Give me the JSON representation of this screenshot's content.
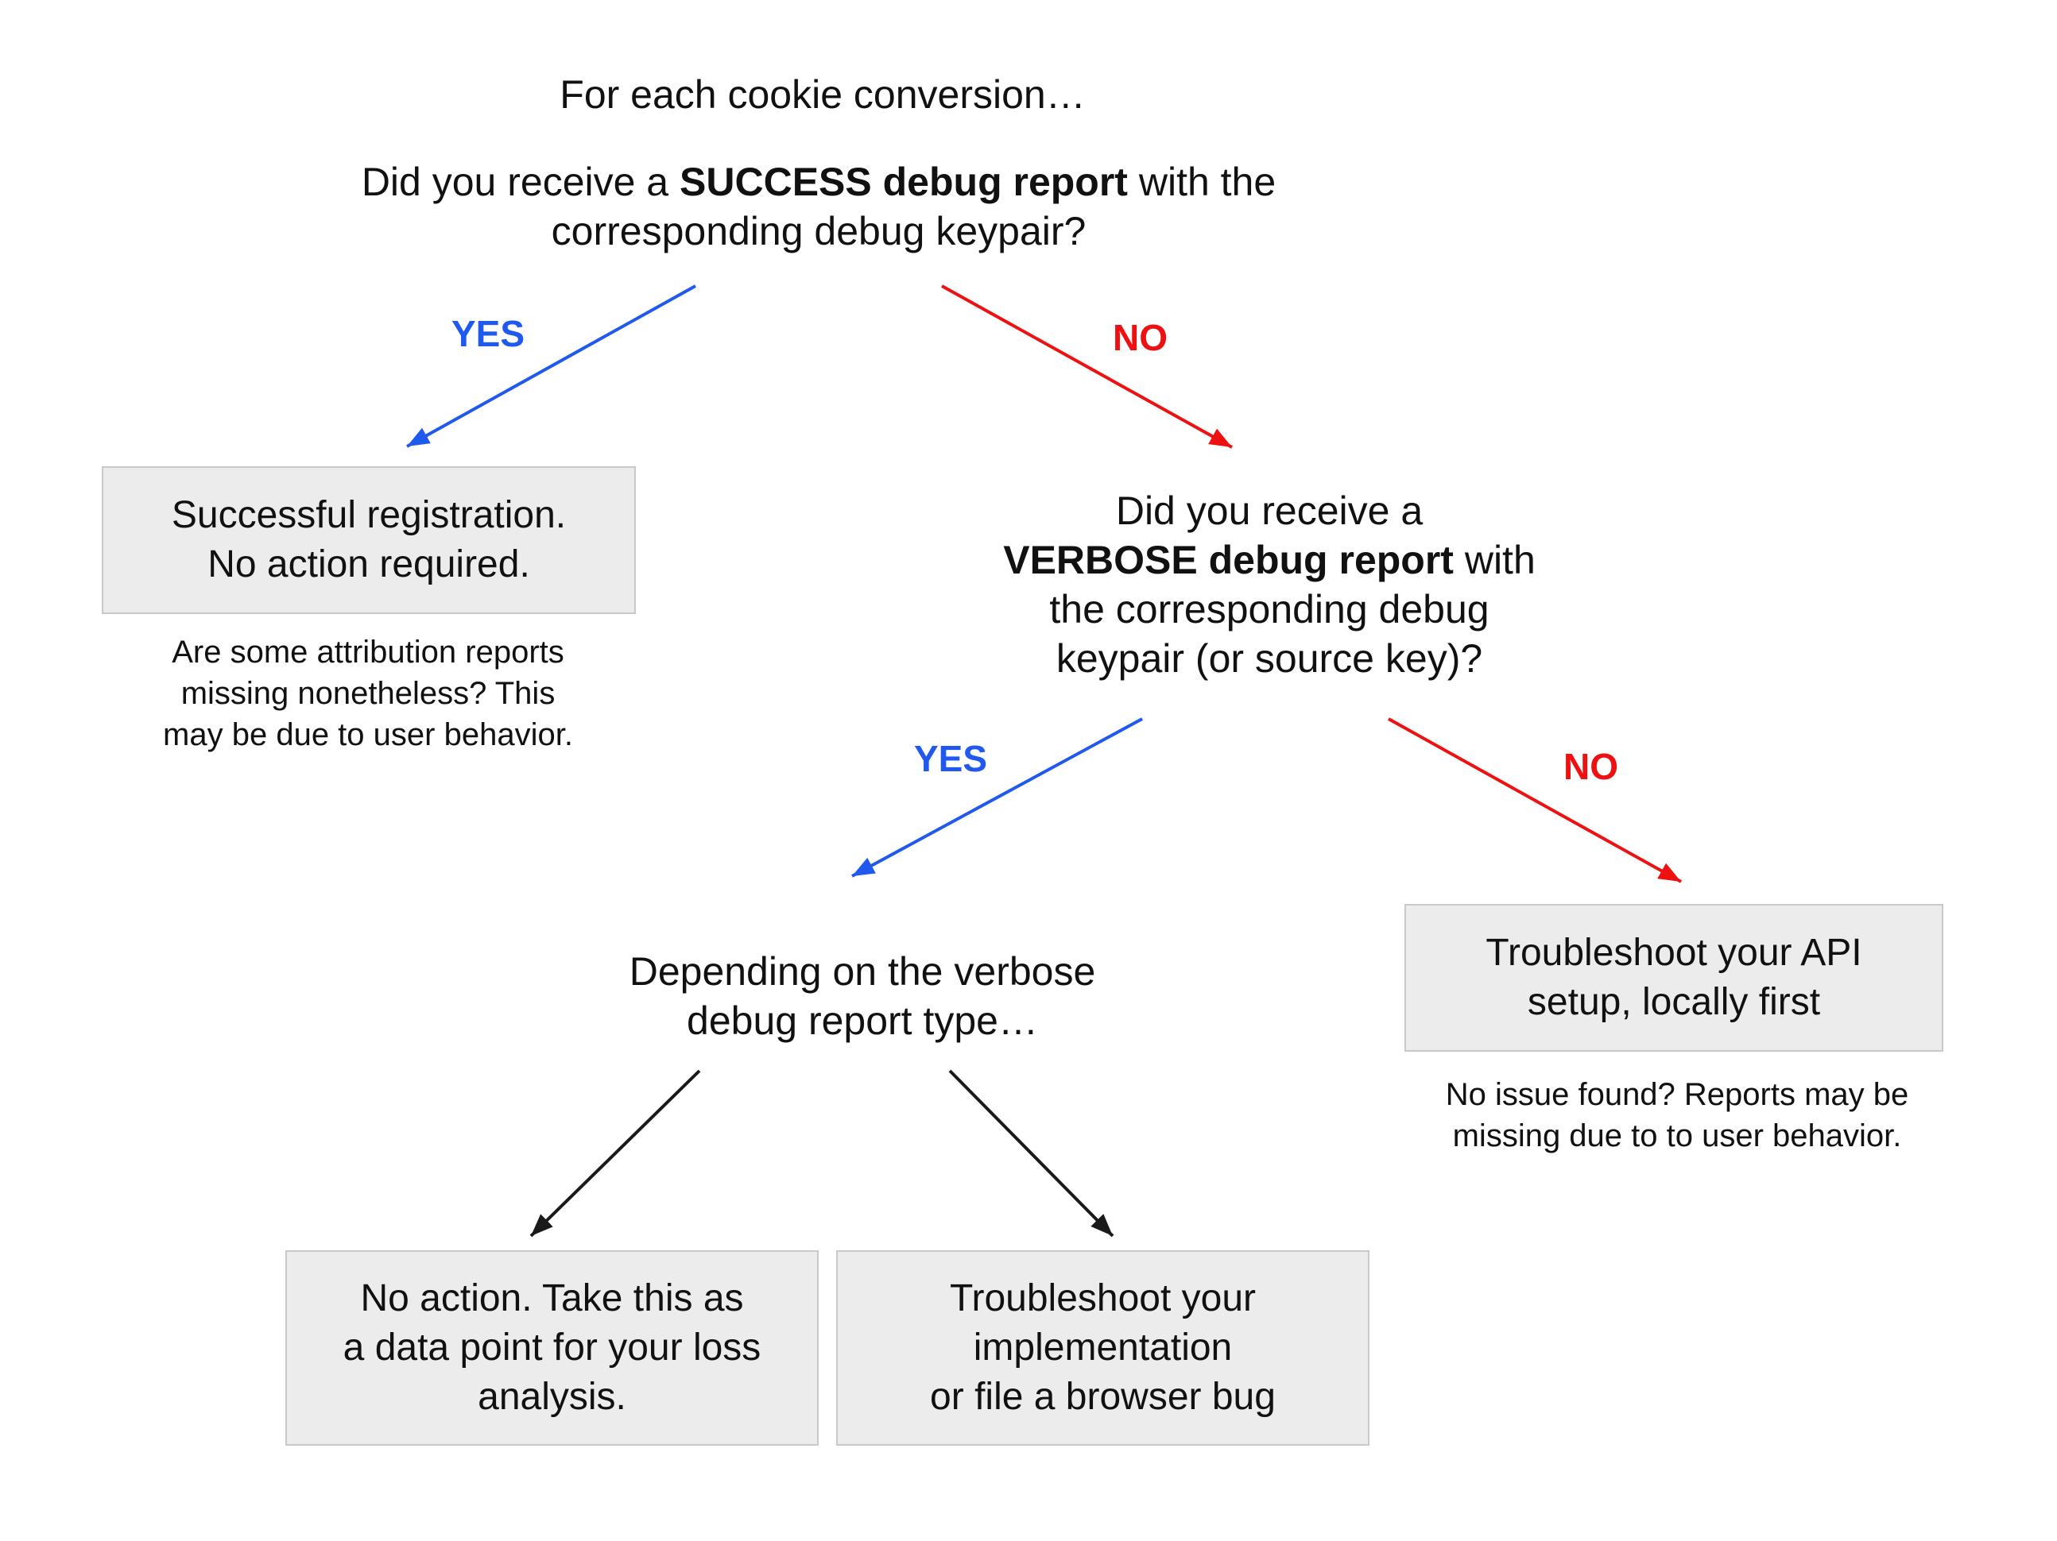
{
  "colors": {
    "yes_blue": "#2059ee",
    "no_red": "#ee1111",
    "arrow_black": "#1a1a1a",
    "box_fill": "#ececec",
    "box_border": "#c9c9c9"
  },
  "flow": {
    "intro": "For each cookie conversion…",
    "q_success": {
      "l1_pre": "Did you receive a ",
      "l1_bold": "SUCCESS debug report",
      "l1_post": " with the",
      "l2": "corresponding debug keypair?"
    },
    "labels": {
      "yes1": "YES",
      "no1": "NO",
      "yes2": "YES",
      "no2": "NO"
    },
    "box_success": {
      "l1": "Successful registration.",
      "l2": "No action required."
    },
    "note_success": {
      "l1": "Are some attribution reports",
      "l2": "missing nonetheless? This",
      "l3": "may be due to user behavior."
    },
    "q_verbose": {
      "l1": "Did you receive a",
      "l2_bold": "VERBOSE debug report",
      "l2_post": " with",
      "l3": "the corresponding debug",
      "l4": "keypair (or source key)?"
    },
    "q_type": {
      "l1": "Depending on the verbose",
      "l2": "debug report type…"
    },
    "box_api": {
      "l1": "Troubleshoot your API",
      "l2": "setup, locally first"
    },
    "note_api": {
      "l1": "No issue found? Reports may be",
      "l2": "missing due to to user behavior."
    },
    "box_no_action": {
      "l1": "No action. Take this as",
      "l2": "a data point for your loss",
      "l3": "analysis."
    },
    "box_impl": {
      "l1": "Troubleshoot your",
      "l2": "implementation",
      "l3": "or file a browser bug"
    }
  }
}
